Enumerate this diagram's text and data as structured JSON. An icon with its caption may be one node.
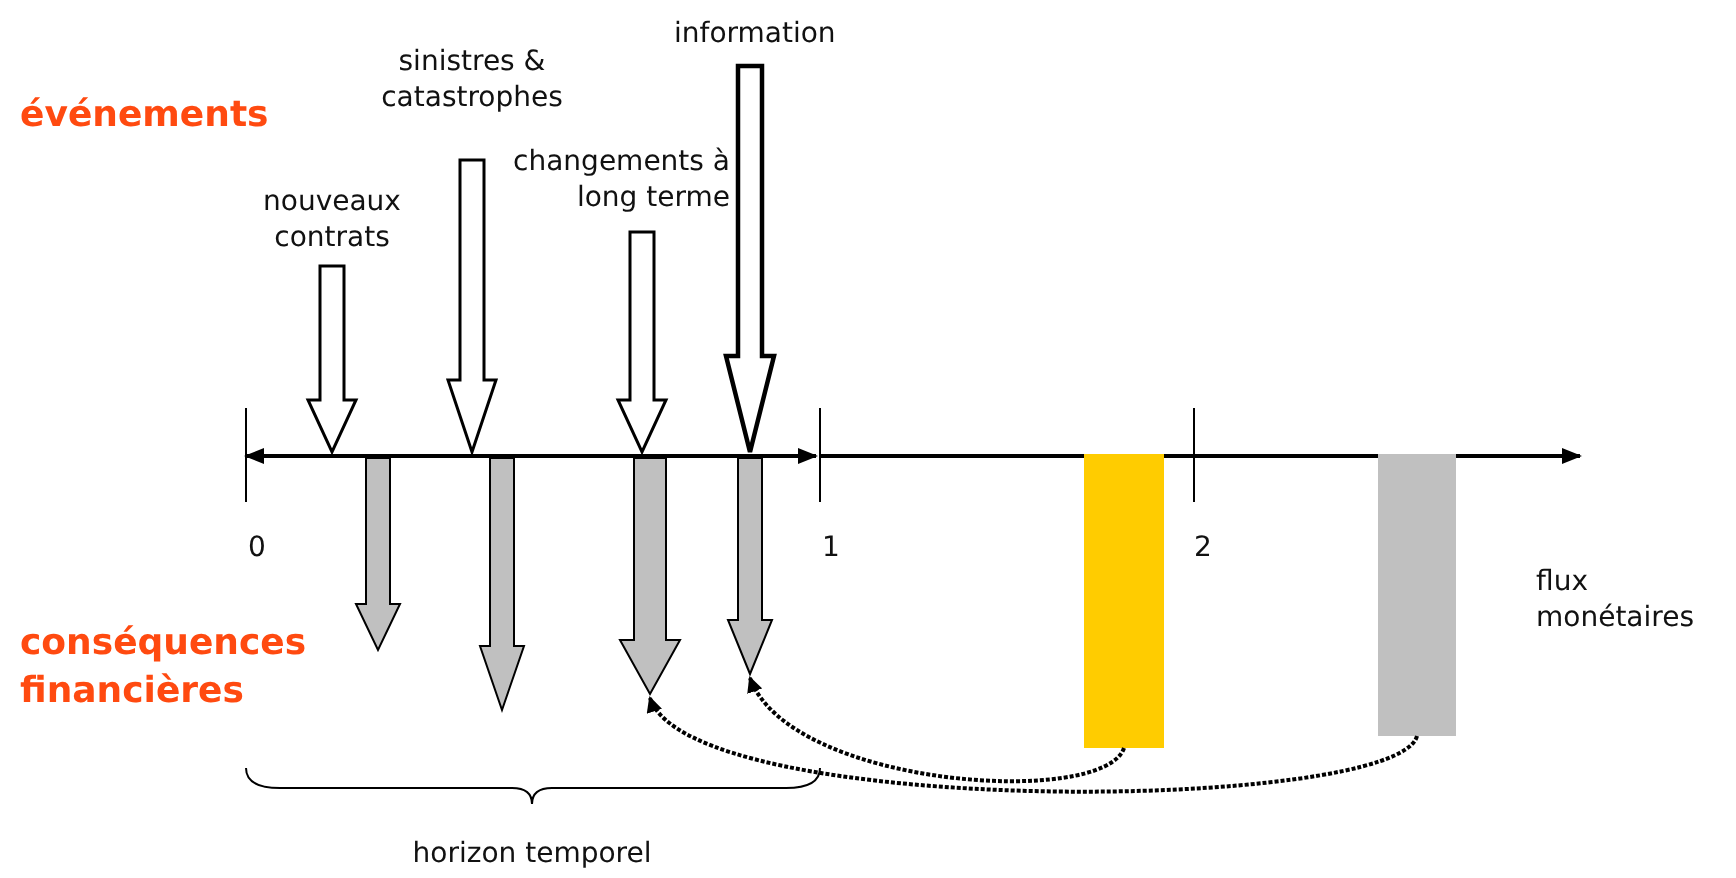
{
  "diagram": {
    "nodes": [
      {
        "text": [],
        "shape": "arrow"
      },
      {
        "text": [],
        "shape": "arrow"
      },
      {
        "text": [],
        "shape": "arrow"
      },
      {
        "text": [],
        "shape": "arrow"
      },
      {
        "text": [],
        "shape": "bar"
      },
      {
        "text": [],
        "shape": "bar"
      }
    ],
    "edges": [
      {
        "from": 4,
        "to": 3,
        "arrow": "to",
        "style": "dashed"
      },
      {
        "from": 5,
        "to": 2,
        "arrow": "to",
        "style": "dashed"
      }
    ],
    "labels": [
      "information",
      "sinistres & catastrophes",
      "événements",
      "changements à long terme",
      "nouveaux contrats",
      "0",
      "1",
      "2",
      "flux monétaires",
      "conséquences financières",
      "horizon temporel"
    ]
  }
}
